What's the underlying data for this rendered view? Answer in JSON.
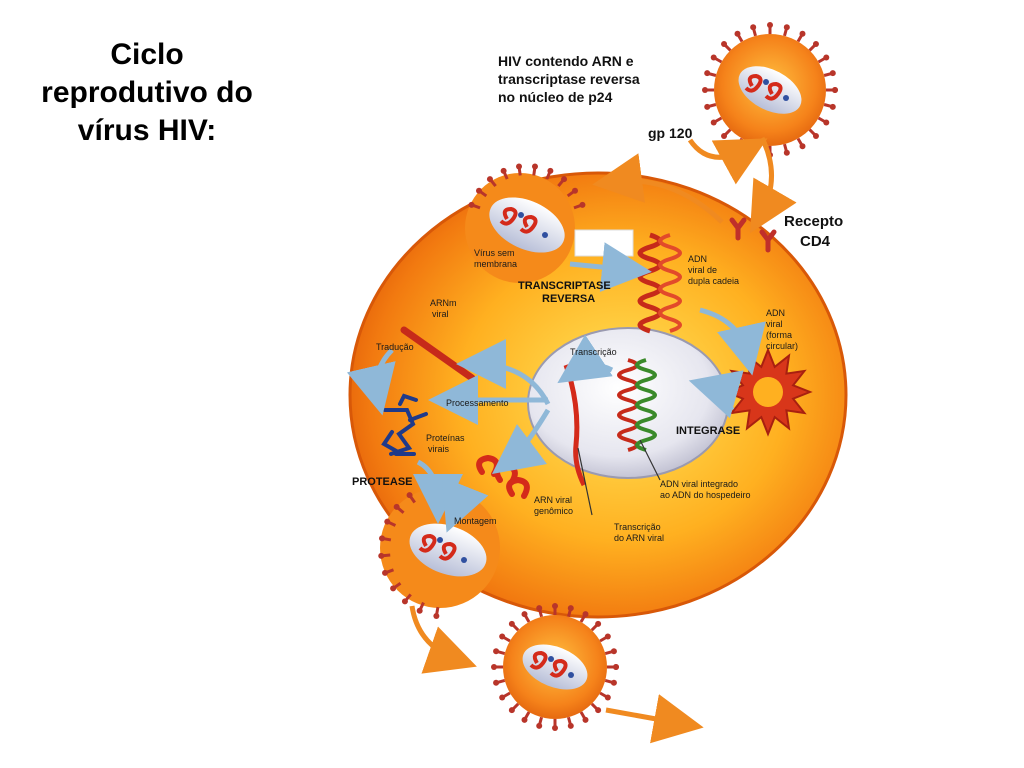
{
  "slide": {
    "title_line1": "Ciclo",
    "title_line2": "reprodutivo do",
    "title_line3": "vírus HIV:"
  },
  "labels": {
    "hiv_line1": "HIV contendo ARN e",
    "hiv_line2": "transcriptase reversa",
    "hiv_line3": "no núcleo de p24",
    "gp120": "gp 120",
    "receptor_line1": "Recepto",
    "receptor_line2": "CD4",
    "virus_sem_line1": "Vírus sem",
    "virus_sem_line2": "membrana",
    "transcriptase_line1": "TRANSCRIPTASE",
    "transcriptase_line2": "REVERSA",
    "adn_dupla_line1": "ADN",
    "adn_dupla_line2": "viral de",
    "adn_dupla_line3": "dupla cadeia",
    "adn_circ_line1": "ADN",
    "adn_circ_line2": "viral",
    "adn_circ_line3": "(forma",
    "adn_circ_line4": "circular)",
    "arnm_line1": "ARNm",
    "arnm_line2": "viral",
    "traducao": "Tradução",
    "transcricao": "Transcrição",
    "processamento": "Processamento",
    "integrase": "INTEGRASE",
    "proteinas_line1": "Proteínas",
    "proteinas_line2": "virais",
    "protease": "PROTEASE",
    "arn_genomico_line1": "ARN viral",
    "arn_genomico_line2": "genômico",
    "montagem": "Montagem",
    "adn_integrado_line1": "ADN viral integrado",
    "adn_integrado_line2": "ao ADN do hospedeiro",
    "transcricao_arn_line1": "Transcrição",
    "transcricao_arn_line2": "do ARN viral"
  },
  "colors": {
    "cell_outer": "#f07a12",
    "cell_inner": "#ffe04a",
    "nucleus": "#e8e8f0",
    "virus_body": "#f07a12",
    "spike": "#b8352a",
    "arrow_light_blue": "#8fb8d8",
    "arrow_orange": "#f08a20",
    "rna_red": "#d42a1a",
    "dna_green": "#3a8a2a"
  },
  "icons": {
    "virus": "virus-particle-icon",
    "helix": "dna-helix-icon",
    "circular_dna": "circular-dna-icon",
    "protein": "protein-chain-icon"
  }
}
